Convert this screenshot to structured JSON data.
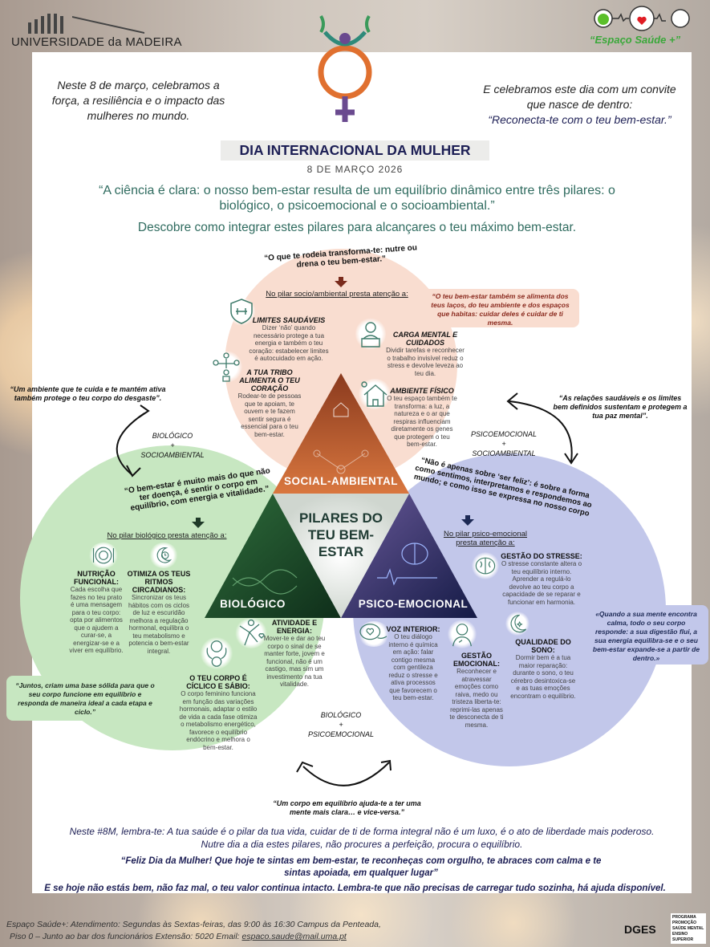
{
  "header": {
    "university": "UNIVERSIDADE da MADEIRA",
    "espaco_logo": "“Espaço Saúde +”"
  },
  "intro": {
    "left": "Neste 8 de março, celebramos a força, a resiliência e o impacto das mulheres no mundo.",
    "right_1": "E celebramos este dia com um convite que nasce de dentro:",
    "right_2": "“Reconecta-te com o teu bem-estar.”"
  },
  "title": {
    "main": "DIA INTERNACIONAL DA MULHER",
    "date": "8 DE MARÇO 2026",
    "quote": "“A ciência é clara: o nosso bem-estar resulta de um equilíbrio dinâmico entre três pilares: o biológico, o psicoemocional e o socioambiental.”",
    "subtitle": "Descobre como integrar estes pilares para alcançares o teu máximo bem-estar."
  },
  "center": {
    "title": "PILARES DO TEU BEM-ESTAR",
    "social": "SOCIAL-AMBIENTAL",
    "bio": "BIOLÓGICO",
    "psico": "PSICO-EMOCIONAL"
  },
  "social": {
    "quote": "“O que te rodeia transforma-te: nutre ou drena o teu bem-estar.”",
    "prompt": "No pilar socio/ambiental presta atenção a:",
    "box": "“O teu bem-estar também se alimenta dos teus laços, do teu ambiente e dos espaços que habitas:  cuidar deles é cuidar de ti mesma.",
    "items": [
      {
        "title": "LIMITES SAUDÁVEIS",
        "text": "Dizer ‘não’ quando necessário protege a tua energia e também o teu coração: estabelecer limites é autocuidado em ação."
      },
      {
        "title": "CARGA MENTAL E CUIDADOS",
        "text": "Dividir tarefas e reconhecer o trabalho invisível reduz o stress e devolve leveza ao teu dia."
      },
      {
        "title": "A TUA TRIBO ALIMENTA O TEU CORAÇÃO",
        "text": "Rodear-te de pessoas que te apoiam, te ouvem e te fazem sentir segura é essencial para o teu bem-estar."
      },
      {
        "title": "AMBIENTE FÍSICO",
        "text": "O teu espaço também te transforma: a luz, a natureza e o ar que respiras influenciam diretamente os genes que protegem o teu bem-estar."
      }
    ]
  },
  "bio": {
    "quote": "“O bem-estar é muito mais do que não ter doença, é sentir o corpo em equilíbrio, com energia e vitalidade.”",
    "prompt": "No pilar biológico presta atenção a:",
    "box": "“Juntos, criam uma base sólida para que o seu corpo funcione em equilíbrio e responda de maneira ideal a cada etapa e ciclo.”",
    "items": [
      {
        "title": "NUTRIÇÃO FUNCIONAL:",
        "text": "Cada escolha que fazes no teu prato é uma mensagem para o teu corpo: opta por alimentos que o ajudem a curar-se, a energizar-se e a viver em equilíbrio."
      },
      {
        "title": "OTIMIZA OS TEUS RITMOS CIRCADIANOS:",
        "text": "Sincronizar os teus hábitos com os ciclos de luz e escuridão melhora a regulação hormonal, equilibra o teu metabolismo e potencia o bem-estar integral."
      },
      {
        "title": "ATIVIDADE E ENERGIA:",
        "text": "Mover-te e dar ao teu corpo o sinal de se manter forte, jovem e funcional, não é um castigo, mas sim um investimento na tua vitalidade."
      },
      {
        "title": "O TEU CORPO É CÍCLICO E SÁBIO:",
        "text": "O corpo feminino funciona em função das variações hormonais, adaptar o estilo de vida a cada fase otimiza o metabolismo energético, favorece o equilíbrio endócrino e melhora o bem-estar."
      }
    ]
  },
  "psico": {
    "quote": "“Não é apenas sobre ‘ser feliz’: é sobre a forma como sentimos, interpretamos e respondemos ao mundo; e como isso se expressa no nosso corpo",
    "prompt": "No pilar psico-emocional presta atenção a:",
    "box": "«Quando a sua mente encontra calma, todo o seu corpo responde: a sua digestão flui, a sua energia equilibra-se e o seu bem-estar expande-se a partir de dentro.»",
    "items": [
      {
        "title": "GESTÃO DO STRESSE:",
        "text": "O stresse constante altera o teu equilíbrio interno. Aprender a regulá-lo devolve ao teu corpo a capacidade de se reparar e funcionar em harmonia."
      },
      {
        "title": "QUALIDADE DO SONO:",
        "text": "Dormir bem é a tua maior reparação: durante o sono, o teu cérebro desintoxica-se e as tuas emoções encontram o equilíbrio."
      },
      {
        "title": "VOZ INTERIOR:",
        "text": "O teu diálogo interno é química em ação: falar contigo mesma com gentileza reduz o stresse e ativa processos que favorecem o teu bem-estar."
      },
      {
        "title": "GESTÃO EMOCIONAL:",
        "text": "Reconhecer e atravessar emoções como raiva, medo ou tristeza liberta-te: reprimi-las apenas te desconecta de ti mesma."
      }
    ]
  },
  "connections": {
    "left_quote": "“Um ambiente que te cuida e te mantém ativa também protege o teu corpo do desgaste”.",
    "left_label_1": "BIOLÓGICO",
    "left_label_2": "+",
    "left_label_3": "SOCIOAMBIENTAL",
    "right_quote": "“As relações saudáveis e os limites bem definidos sustentam e protegem a tua  paz mental”.",
    "right_label_1": "PSICOEMOCIONAL",
    "right_label_2": "+",
    "right_label_3": "SOCIOAMBIENTAL",
    "bottom_label_1": "BIOLÓGICO",
    "bottom_label_2": "+",
    "bottom_label_3": "PSICOEMOCIONAL",
    "bottom_quote": "“Um corpo em equilíbrio ajuda-te a ter uma mente mais clara… e vice-versa.”"
  },
  "closing": {
    "line1": "Neste #8M, lembra-te: A tua saúde é o pilar da tua vida, cuidar de ti de forma integral não é um luxo, é o ato de liberdade mais poderoso.",
    "line2": "Nutre dia a dia estes pilares, não procures a perfeição, procura o equilíbrio.",
    "wish": "“Feliz Dia da Mulher! Que hoje te sintas em bem-estar, te reconheças com orgulho, te abraces com calma e te sintas apoiada, em qualquer lugar”",
    "help": "E se hoje não estás bem, não faz mal, o teu valor continua intacto. Lembra-te  que não precisas de carregar tudo sozinha, há ajuda disponível."
  },
  "footer": {
    "line1": "Espaço Saúde+: Atendimento:  Segundas às Sextas-feiras, das 9:00 às 16:30 Campus da Penteada,",
    "line2": "Piso 0 – Junto ao bar dos funcionários Extensão: 5020  Email: ",
    "email": "espaco.saude@mail.uma.pt",
    "dges": "DGES",
    "programa": "PROGRAMA PROMOÇÃO SAÚDE MENTAL ENSINO SUPERIOR"
  },
  "colors": {
    "teal": "#2f6b5f",
    "navy": "#1d1f55",
    "peach": "#f9ddd0",
    "green": "#c7e7c1",
    "lavender": "#c2c7ea",
    "social": "#b3542a"
  }
}
